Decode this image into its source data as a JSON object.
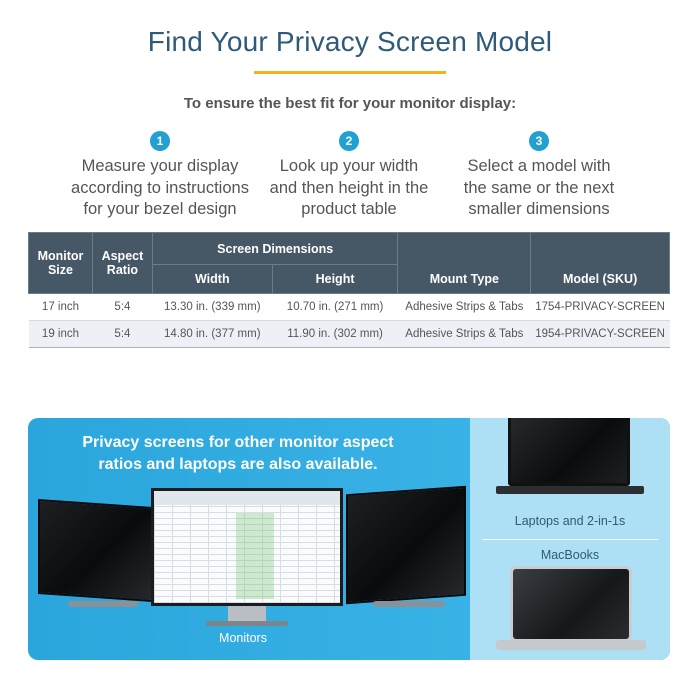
{
  "header": {
    "title": "Find Your Privacy Screen Model",
    "subtitle": "To ensure the best fit for your monitor display:"
  },
  "steps": [
    {
      "number": "1",
      "lines": [
        "Measure your display",
        "according to instructions",
        "for your bezel design"
      ]
    },
    {
      "number": "2",
      "lines": [
        "Look up your width",
        "and then height in the",
        "product table"
      ]
    },
    {
      "number": "3",
      "lines": [
        "Select a model with",
        "the same or the next",
        "smaller dimensions"
      ]
    }
  ],
  "table": {
    "headers": {
      "monitor_size": "Monitor Size",
      "aspect_ratio": "Aspect Ratio",
      "screen_dimensions": "Screen Dimensions",
      "width": "Width",
      "height": "Height",
      "mount_type": "Mount Type",
      "model": "Model (SKU)"
    },
    "rows": [
      {
        "size": "17 inch",
        "ratio": "5:4",
        "width": "13.30 in. (339 mm)",
        "height": "10.70 in. (271 mm)",
        "mount": "Adhesive Strips & Tabs",
        "sku": "1754-PRIVACY-SCREEN"
      },
      {
        "size": "19 inch",
        "ratio": "5:4",
        "width": "14.80 in. (377 mm)",
        "height": "11.90 in. (302 mm)",
        "mount": "Adhesive Strips & Tabs",
        "sku": "1954-PRIVACY-SCREEN"
      }
    ]
  },
  "promo": {
    "line1": "Privacy screens for other monitor aspect",
    "line2": "ratios and laptops are also available.",
    "monitors_caption": "Monitors",
    "laptops_caption": "Laptops and 2-in-1s",
    "macbooks_caption": "MacBooks"
  },
  "colors": {
    "title": "#2f5a7a",
    "accent_rule": "#f0b323",
    "step_badge": "#21a0d2",
    "table_header": "#465766",
    "promo_blue": "#2aa6dc",
    "promo_side": "#aee0f5"
  },
  "icons": [
    "monitor-image",
    "laptop-image",
    "macbook-image"
  ]
}
